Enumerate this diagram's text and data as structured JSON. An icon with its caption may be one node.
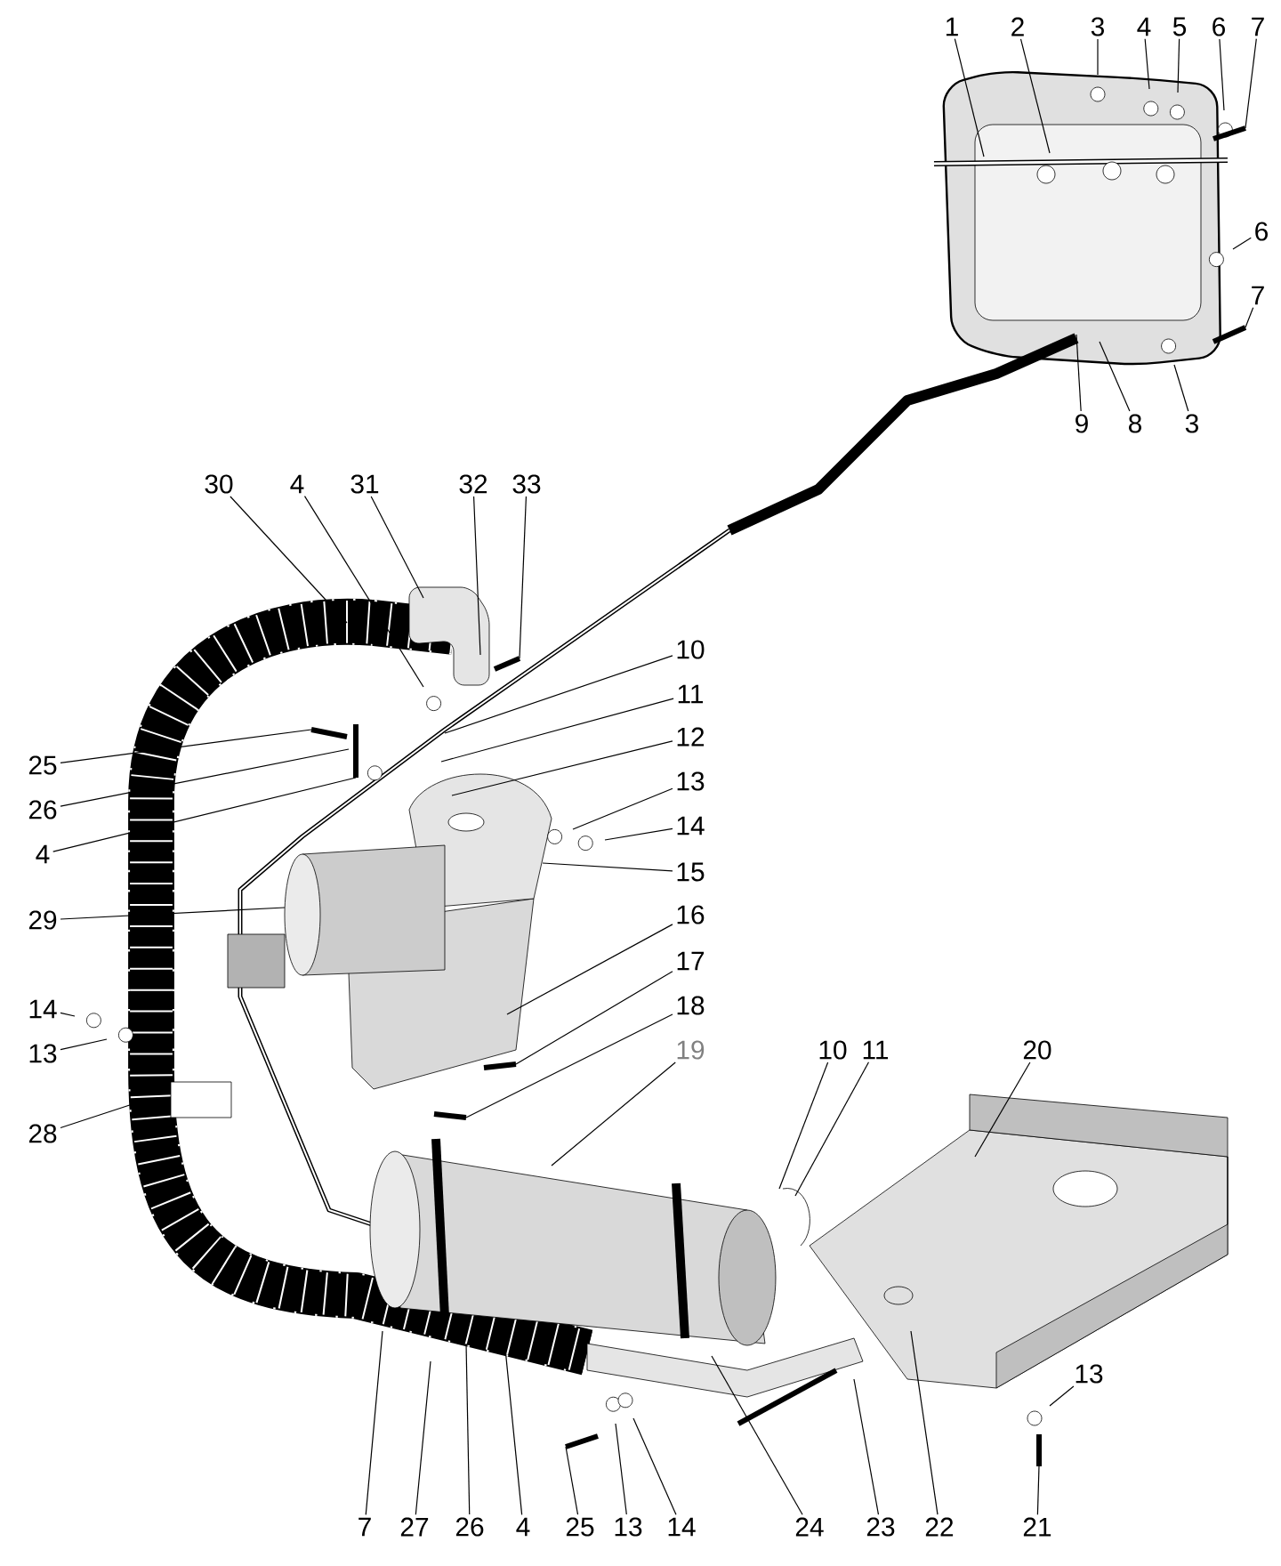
{
  "diagram": {
    "nodes": [
      {
        "text": [
          "1"
        ]
      },
      {
        "text": [
          "2"
        ]
      },
      {
        "text": [
          "3"
        ]
      },
      {
        "text": [
          "4"
        ]
      },
      {
        "text": [
          "5"
        ]
      },
      {
        "text": [
          "6"
        ]
      },
      {
        "text": [
          "7"
        ]
      },
      {
        "text": [
          "6"
        ]
      },
      {
        "text": [
          "7"
        ]
      },
      {
        "text": [
          "9"
        ]
      },
      {
        "text": [
          "8"
        ]
      },
      {
        "text": [
          "3"
        ]
      },
      {
        "text": [
          "30"
        ]
      },
      {
        "text": [
          "4"
        ]
      },
      {
        "text": [
          "31"
        ]
      },
      {
        "text": [
          "32"
        ]
      },
      {
        "text": [
          "33"
        ]
      },
      {
        "text": [
          "10"
        ]
      },
      {
        "text": [
          "11"
        ]
      },
      {
        "text": [
          "12"
        ]
      },
      {
        "text": [
          "13"
        ]
      },
      {
        "text": [
          "14"
        ]
      },
      {
        "text": [
          "15"
        ]
      },
      {
        "text": [
          "16"
        ]
      },
      {
        "text": [
          "17"
        ]
      },
      {
        "text": [
          "18"
        ]
      },
      {
        "text": [
          "19"
        ]
      },
      {
        "text": [
          "25"
        ]
      },
      {
        "text": [
          "26"
        ]
      },
      {
        "text": [
          "4"
        ]
      },
      {
        "text": [
          "29"
        ]
      },
      {
        "text": [
          "14"
        ]
      },
      {
        "text": [
          "13"
        ]
      },
      {
        "text": [
          "28"
        ]
      },
      {
        "text": [
          "10"
        ]
      },
      {
        "text": [
          "11"
        ]
      },
      {
        "text": [
          "20"
        ]
      },
      {
        "text": [
          "13"
        ]
      },
      {
        "text": [
          "7"
        ]
      },
      {
        "text": [
          "27"
        ]
      },
      {
        "text": [
          "26"
        ]
      },
      {
        "text": [
          "4"
        ]
      },
      {
        "text": [
          "25"
        ]
      },
      {
        "text": [
          "13"
        ]
      },
      {
        "text": [
          "14"
        ]
      },
      {
        "text": [
          "24"
        ]
      },
      {
        "text": [
          "23"
        ]
      },
      {
        "text": [
          "22"
        ]
      },
      {
        "text": [
          "21"
        ]
      }
    ],
    "edges": [
      {
        "from": 0,
        "to": null,
        "arrow": "none"
      },
      {
        "from": 1,
        "to": null,
        "arrow": "none"
      },
      {
        "from": 2,
        "to": null,
        "arrow": "none"
      },
      {
        "from": 3,
        "to": null,
        "arrow": "none"
      },
      {
        "from": 4,
        "to": null,
        "arrow": "none"
      },
      {
        "from": 5,
        "to": null,
        "arrow": "none"
      },
      {
        "from": 6,
        "to": null,
        "arrow": "none"
      },
      {
        "from": 7,
        "to": null,
        "arrow": "none"
      },
      {
        "from": 8,
        "to": null,
        "arrow": "none"
      },
      {
        "from": 9,
        "to": null,
        "arrow": "none"
      },
      {
        "from": 10,
        "to": null,
        "arrow": "none"
      },
      {
        "from": 11,
        "to": null,
        "arrow": "none"
      },
      {
        "from": 12,
        "to": null,
        "arrow": "none"
      },
      {
        "from": 13,
        "to": null,
        "arrow": "none"
      },
      {
        "from": 14,
        "to": null,
        "arrow": "none"
      },
      {
        "from": 15,
        "to": null,
        "arrow": "none"
      },
      {
        "from": 16,
        "to": null,
        "arrow": "none"
      },
      {
        "from": 17,
        "to": null,
        "arrow": "none"
      },
      {
        "from": 18,
        "to": null,
        "arrow": "none"
      },
      {
        "from": 19,
        "to": null,
        "arrow": "none"
      },
      {
        "from": 20,
        "to": null,
        "arrow": "none"
      },
      {
        "from": 21,
        "to": null,
        "arrow": "none"
      },
      {
        "from": 22,
        "to": null,
        "arrow": "none"
      },
      {
        "from": 23,
        "to": null,
        "arrow": "none"
      },
      {
        "from": 24,
        "to": null,
        "arrow": "none"
      },
      {
        "from": 25,
        "to": null,
        "arrow": "none"
      },
      {
        "from": 26,
        "to": null,
        "arrow": "none"
      },
      {
        "from": 27,
        "to": null,
        "arrow": "none"
      },
      {
        "from": 28,
        "to": null,
        "arrow": "none"
      },
      {
        "from": 29,
        "to": null,
        "arrow": "none"
      },
      {
        "from": 30,
        "to": null,
        "arrow": "none"
      },
      {
        "from": 31,
        "to": null,
        "arrow": "none"
      },
      {
        "from": 32,
        "to": null,
        "arrow": "none"
      },
      {
        "from": 33,
        "to": null,
        "arrow": "none"
      },
      {
        "from": 34,
        "to": null,
        "arrow": "none"
      },
      {
        "from": 35,
        "to": null,
        "arrow": "none"
      },
      {
        "from": 36,
        "to": null,
        "arrow": "none"
      },
      {
        "from": 37,
        "to": null,
        "arrow": "none"
      },
      {
        "from": 38,
        "to": null,
        "arrow": "none"
      },
      {
        "from": 39,
        "to": null,
        "arrow": "none"
      },
      {
        "from": 40,
        "to": null,
        "arrow": "none"
      },
      {
        "from": 41,
        "to": null,
        "arrow": "none"
      },
      {
        "from": 42,
        "to": null,
        "arrow": "none"
      },
      {
        "from": 43,
        "to": null,
        "arrow": "none"
      },
      {
        "from": 44,
        "to": null,
        "arrow": "none"
      },
      {
        "from": 45,
        "to": null,
        "arrow": "none"
      },
      {
        "from": 46,
        "to": null,
        "arrow": "none"
      },
      {
        "from": 47,
        "to": null,
        "arrow": "none"
      },
      {
        "from": 48,
        "to": null,
        "arrow": "none"
      }
    ]
  }
}
